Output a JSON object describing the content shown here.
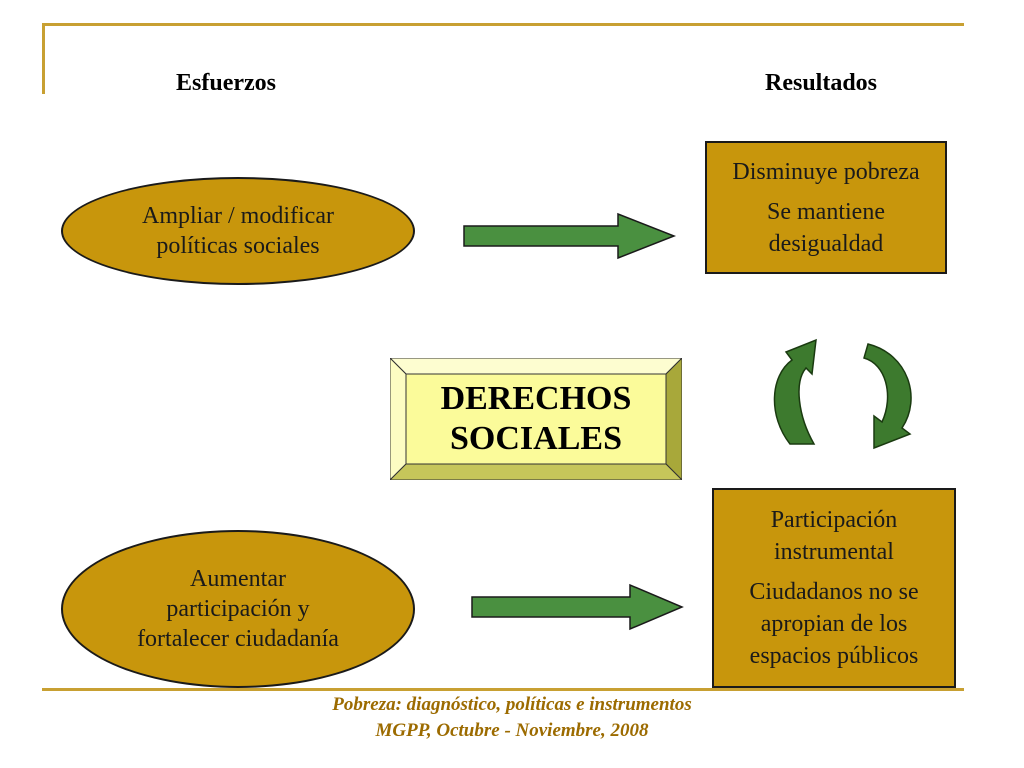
{
  "headings": {
    "left": "Esfuerzos",
    "right": "Resultados"
  },
  "efforts": [
    {
      "lines": [
        "Ampliar / modificar",
        "políticas sociales"
      ]
    },
    {
      "lines": [
        "Aumentar",
        "participación y",
        "fortalecer ciudadanía"
      ]
    }
  ],
  "results": [
    {
      "first": "Disminuye pobreza",
      "second": [
        "Se mantiene",
        "desigualdad"
      ]
    },
    {
      "first": [
        "Participación",
        "instrumental"
      ],
      "second": [
        "Ciudadanos no se",
        "apropian de los",
        "espacios públicos"
      ]
    }
  ],
  "center": {
    "lines": [
      "DERECHOS",
      "SOCIALES"
    ]
  },
  "footer": {
    "line1": "Pobreza: diagnóstico, políticas e instrumentos",
    "line2": "MGPP, Octubre - Noviembre, 2008"
  },
  "colors": {
    "gold": "#c8960c",
    "frame": "#c8a032",
    "arrow_green": "#4a9040",
    "cycle_green": "#3d7a2e",
    "bevel_face": "#fbfb9a",
    "footer_text": "#9c6b00"
  },
  "icons": {
    "flow": "right-arrow-icon",
    "cycle": "circular-arrows-icon"
  }
}
